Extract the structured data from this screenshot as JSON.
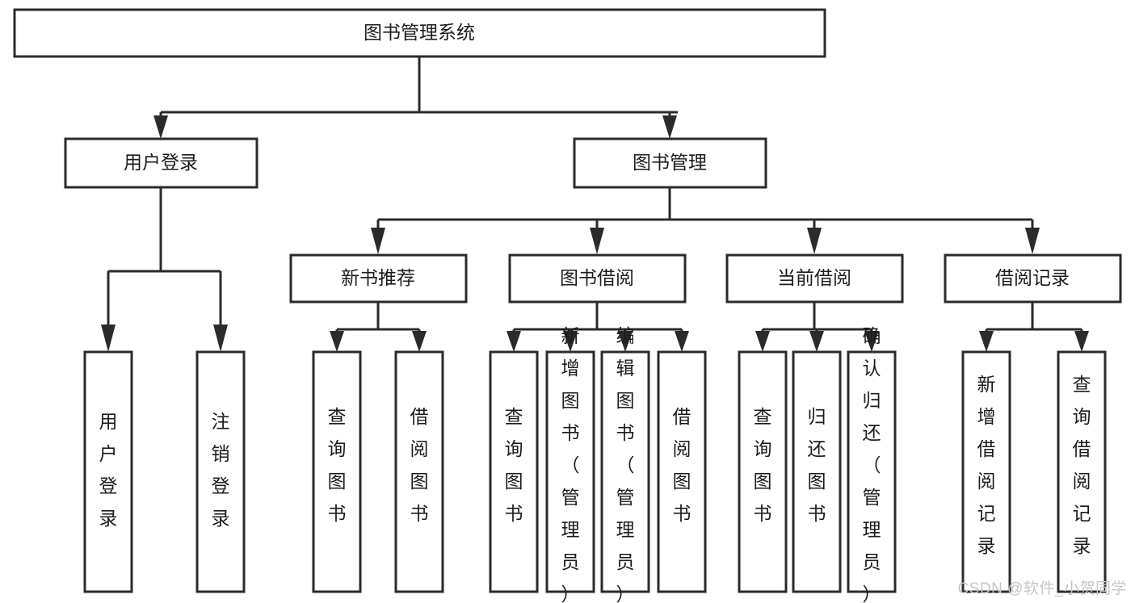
{
  "diagram": {
    "type": "tree-hierarchy",
    "title": "图书管理系统",
    "background_color": "#ffffff",
    "line_color": "#2b2b2b",
    "text_color": "#1c1c1c",
    "watermark": "CSDN @软件_小贺同学",
    "nodes": {
      "root": {
        "label": "图书管理系统",
        "level": 0
      },
      "level1": [
        {
          "id": "user-login",
          "label": "用户登录"
        },
        {
          "id": "book-management",
          "label": "图书管理"
        }
      ],
      "level2": [
        {
          "id": "new-book-recommend",
          "label": "新书推荐",
          "parent": "book-management"
        },
        {
          "id": "book-borrow",
          "label": "图书借阅",
          "parent": "book-management"
        },
        {
          "id": "current-borrow",
          "label": "当前借阅",
          "parent": "book-management"
        },
        {
          "id": "borrow-record",
          "label": "借阅记录",
          "parent": "book-management"
        }
      ],
      "leaves": [
        {
          "id": "leaf-user-login",
          "label": "用户登录",
          "parent": "user-login"
        },
        {
          "id": "leaf-logout",
          "label": "注销登录",
          "parent": "user-login"
        },
        {
          "id": "leaf-query-book-1",
          "label": "查询图书",
          "parent": "new-book-recommend"
        },
        {
          "id": "leaf-borrow-book-1",
          "label": "借阅图书",
          "parent": "new-book-recommend"
        },
        {
          "id": "leaf-query-book-2",
          "label": "查询图书",
          "parent": "book-borrow"
        },
        {
          "id": "leaf-add-book",
          "label": "新增图书（管理员）",
          "parent": "book-borrow"
        },
        {
          "id": "leaf-edit-book",
          "label": "编辑图书（管理员）",
          "parent": "book-borrow"
        },
        {
          "id": "leaf-borrow-book-2",
          "label": "借阅图书",
          "parent": "book-borrow"
        },
        {
          "id": "leaf-query-book-3",
          "label": "查询图书",
          "parent": "current-borrow"
        },
        {
          "id": "leaf-return-book",
          "label": "归还图书",
          "parent": "current-borrow"
        },
        {
          "id": "leaf-confirm-return",
          "label": "确认归还（管理员）",
          "parent": "current-borrow"
        },
        {
          "id": "leaf-add-record",
          "label": "新增借阅记录",
          "parent": "borrow-record"
        },
        {
          "id": "leaf-query-record",
          "label": "查询借阅记录",
          "parent": "borrow-record"
        }
      ]
    }
  }
}
